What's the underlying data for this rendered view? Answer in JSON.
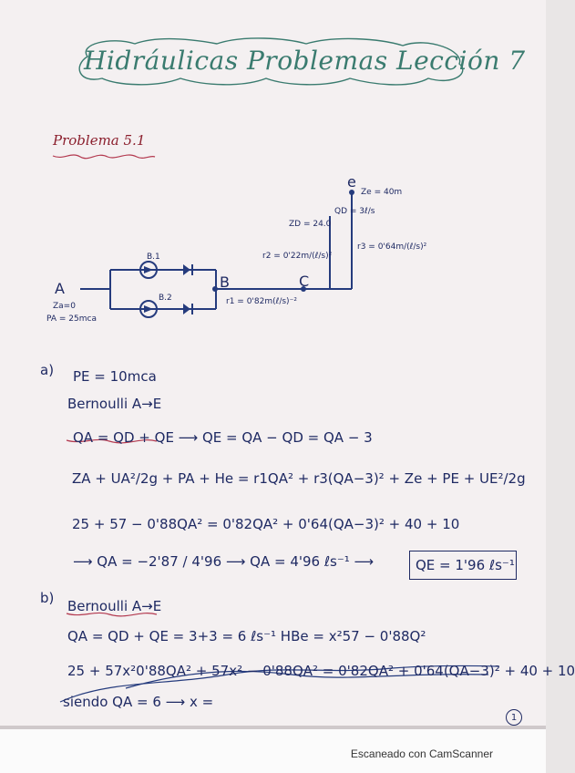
{
  "header": {
    "title": "Hidráulicas Problemas Lección 7",
    "problem_label": "Problema 5.1"
  },
  "diagram": {
    "nodes": {
      "A": "A",
      "B": "B",
      "C": "C",
      "E": "e"
    },
    "pumps": [
      "B.1",
      "B.2"
    ],
    "notes": {
      "za": "Za=0",
      "pa": "PA = 25mca",
      "ze": "Ze = 40m",
      "qd": "QD = 3ℓ/s",
      "zd": "ZD = 24.0",
      "r2": "r2 = 0'22m/(ℓ/s)²",
      "r3": "r3 = 0'64m/(ℓ/s)²",
      "r1": "r1 = 0'82m(ℓ/s)⁻²"
    }
  },
  "sections": {
    "a": {
      "label": "a)",
      "pe": "PE = 10mca",
      "bernoulli": "Bernoulli A→E",
      "eq1": "QA = QD + QE  ⟶  QE = QA − QD = QA − 3",
      "eq2": "ZA + UA²/2g + PA + He = r1QA² + r3(QA−3)² + Ze + PE + UE²/2g",
      "eq3": "25 + 57 − 0'88QA² = 0'82QA² + 0'64(QA−3)² + 40 + 10",
      "eq4": "⟶ QA = −2'87 / 4'96  ⟶  QA = 4'96 ℓs⁻¹  ⟶",
      "result": "QE = 1'96 ℓs⁻¹"
    },
    "b": {
      "label": "b)",
      "bernoulli": "Bernoulli A→E",
      "eq1": "QA = QD + QE  = 3+3 = 6 ℓs⁻¹     HBe = x²57 − 0'88Q²",
      "eq2": "25 + 57x²0'88QA² + 57x² − 0'88QA² = 0'82QA² + 0'64(QA−3)² + 40 + 10",
      "eq3": "siendo QA = 6 ⟶ x ="
    }
  },
  "page_number": "1",
  "footer": {
    "scanner_text": "Escaneado con CamScanner"
  }
}
